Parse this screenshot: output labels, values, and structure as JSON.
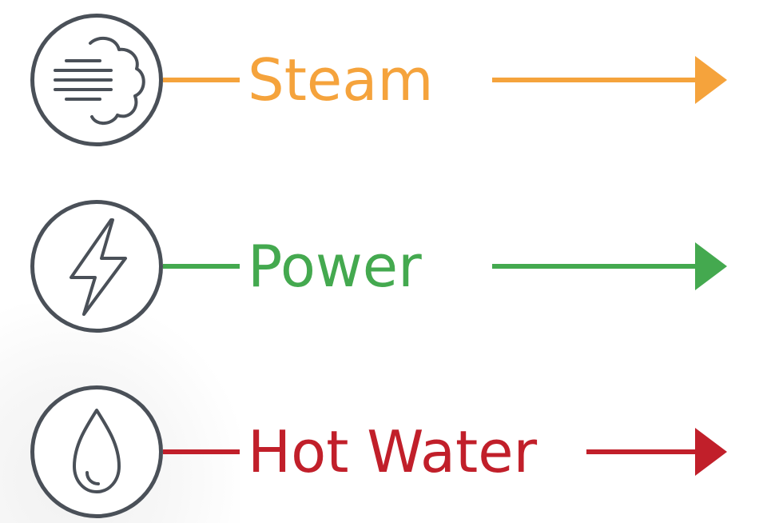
{
  "colors": {
    "icon_stroke": "#4a5058",
    "steam": "#f5a33c",
    "power": "#44a94f",
    "hot_water": "#c11f2a"
  },
  "rows": [
    {
      "label": "Steam",
      "icon": "steam-icon",
      "color": "#f5a33c"
    },
    {
      "label": "Power",
      "icon": "lightning-bolt-icon",
      "color": "#44a94f"
    },
    {
      "label": "Hot Water",
      "icon": "water-drop-icon",
      "color": "#c11f2a"
    }
  ]
}
